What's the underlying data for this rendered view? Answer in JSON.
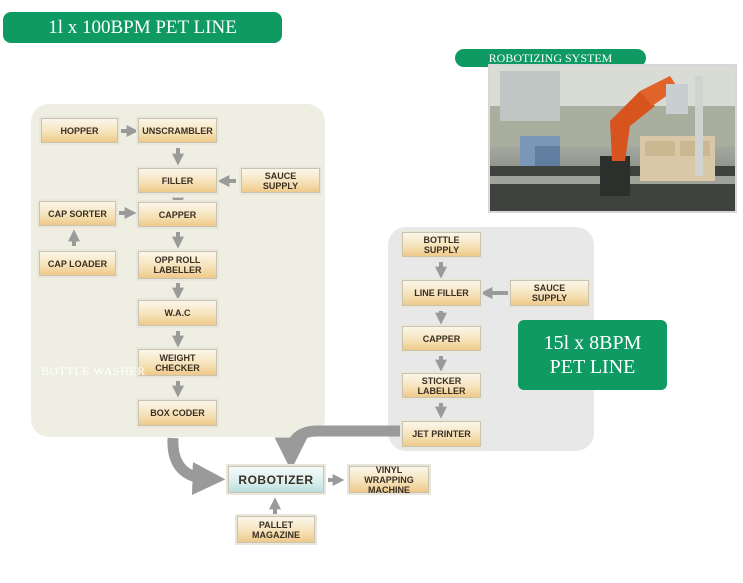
{
  "line1_title": "1l x 100BPM PET LINE",
  "line2_title": "15l x 8BPM\nPET LINE",
  "robot_caption": "ROBOTIZING SYSTEM",
  "watermark": "BOTTLE WASHER",
  "line1": {
    "hopper": "HOPPER",
    "unscrambler": "UNSCRAMBLER",
    "filler": "FILLER",
    "sauce_supply": "SAUCE\nSUPPLY",
    "cap_sorter": "CAP SORTER",
    "capper": "CAPPER",
    "cap_loader": "CAP LOADER",
    "opp_roll_labeller": "OPP ROLL\nLABELLER",
    "wac": "W.A.C",
    "weight_checker": "WEIGHT\nCHECKER",
    "box_coder": "BOX CODER"
  },
  "line2": {
    "bottle_supply": "BOTTLE\nSUPPLY",
    "line_filler": "LINE FILLER",
    "sauce_supply": "SAUCE\nSUPPLY",
    "capper": "CAPPER",
    "sticker_labeller": "STICKER\nLABELLER",
    "jet_printer": "JET PRINTER"
  },
  "shared": {
    "robotizer": "ROBOTIZER",
    "vinyl_wrapping_machine": "VINYL WRAPPING\nMACHINE",
    "pallet_magazine": "PALLET\nMAGAZINE"
  },
  "colors": {
    "title_green": "#0f9a62",
    "panel_left": "#efeee2",
    "panel_right": "#e7e8e7",
    "arrow_gray": "#9a9a9a"
  }
}
